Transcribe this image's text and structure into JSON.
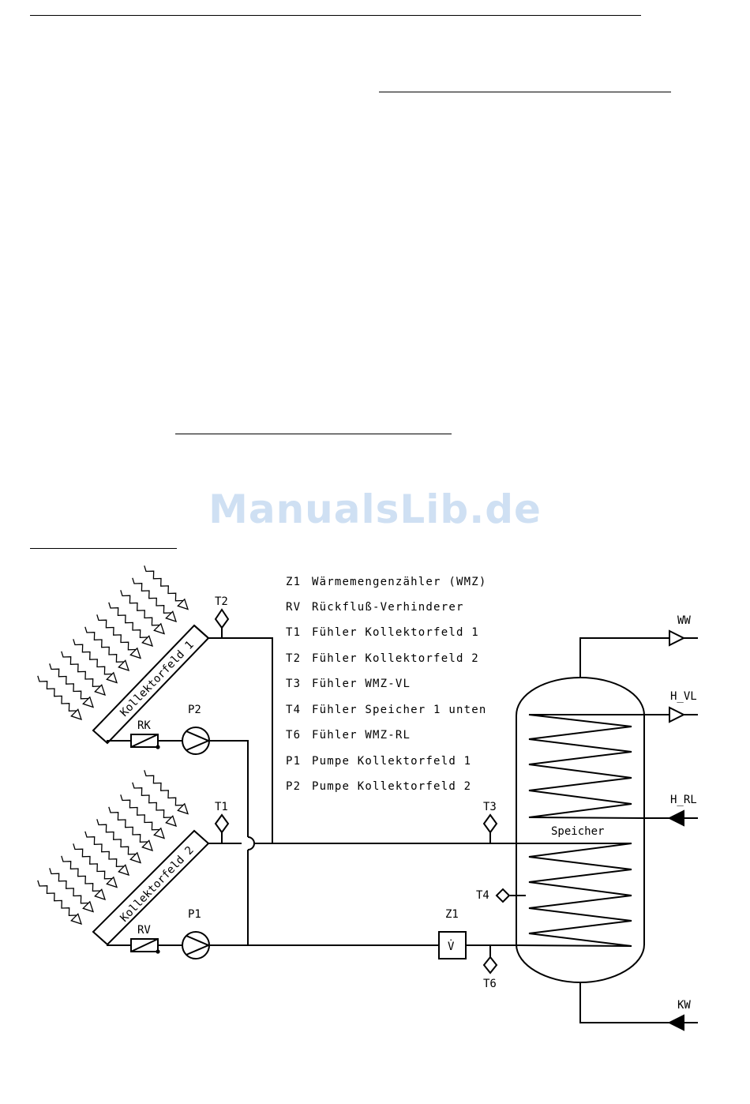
{
  "watermark": "ManualsLib.de",
  "legend": [
    {
      "code": "Z1",
      "text": "Wärmemengenzähler (WMZ)"
    },
    {
      "code": "RV",
      "text": "Rückfluß-Verhinderer"
    },
    {
      "code": "T1",
      "text": "Fühler Kollektorfeld 1"
    },
    {
      "code": "T2",
      "text": "Fühler Kollektorfeld 2"
    },
    {
      "code": "T3",
      "text": "Fühler WMZ-VL"
    },
    {
      "code": "T4",
      "text": "Fühler Speicher 1 unten"
    },
    {
      "code": "T6",
      "text": "Fühler WMZ-RL"
    },
    {
      "code": "P1",
      "text": "Pumpe Kollektorfeld 1"
    },
    {
      "code": "P2",
      "text": "Pumpe Kollektorfeld 2"
    }
  ],
  "labels": {
    "collector1": "Kollektorfeld 1",
    "collector2": "Kollektorfeld 2",
    "rk": "RK",
    "rv": "RV",
    "p1": "P1",
    "p2": "P2",
    "t1": "T1",
    "t2": "T2",
    "t3": "T3",
    "t4": "T4",
    "t6": "T6",
    "z1": "Z1",
    "flow_symbol": "V̇",
    "storage": "Speicher",
    "ww": "WW",
    "h_vl": "H_VL",
    "h_rl": "H_RL",
    "kw": "KW"
  }
}
